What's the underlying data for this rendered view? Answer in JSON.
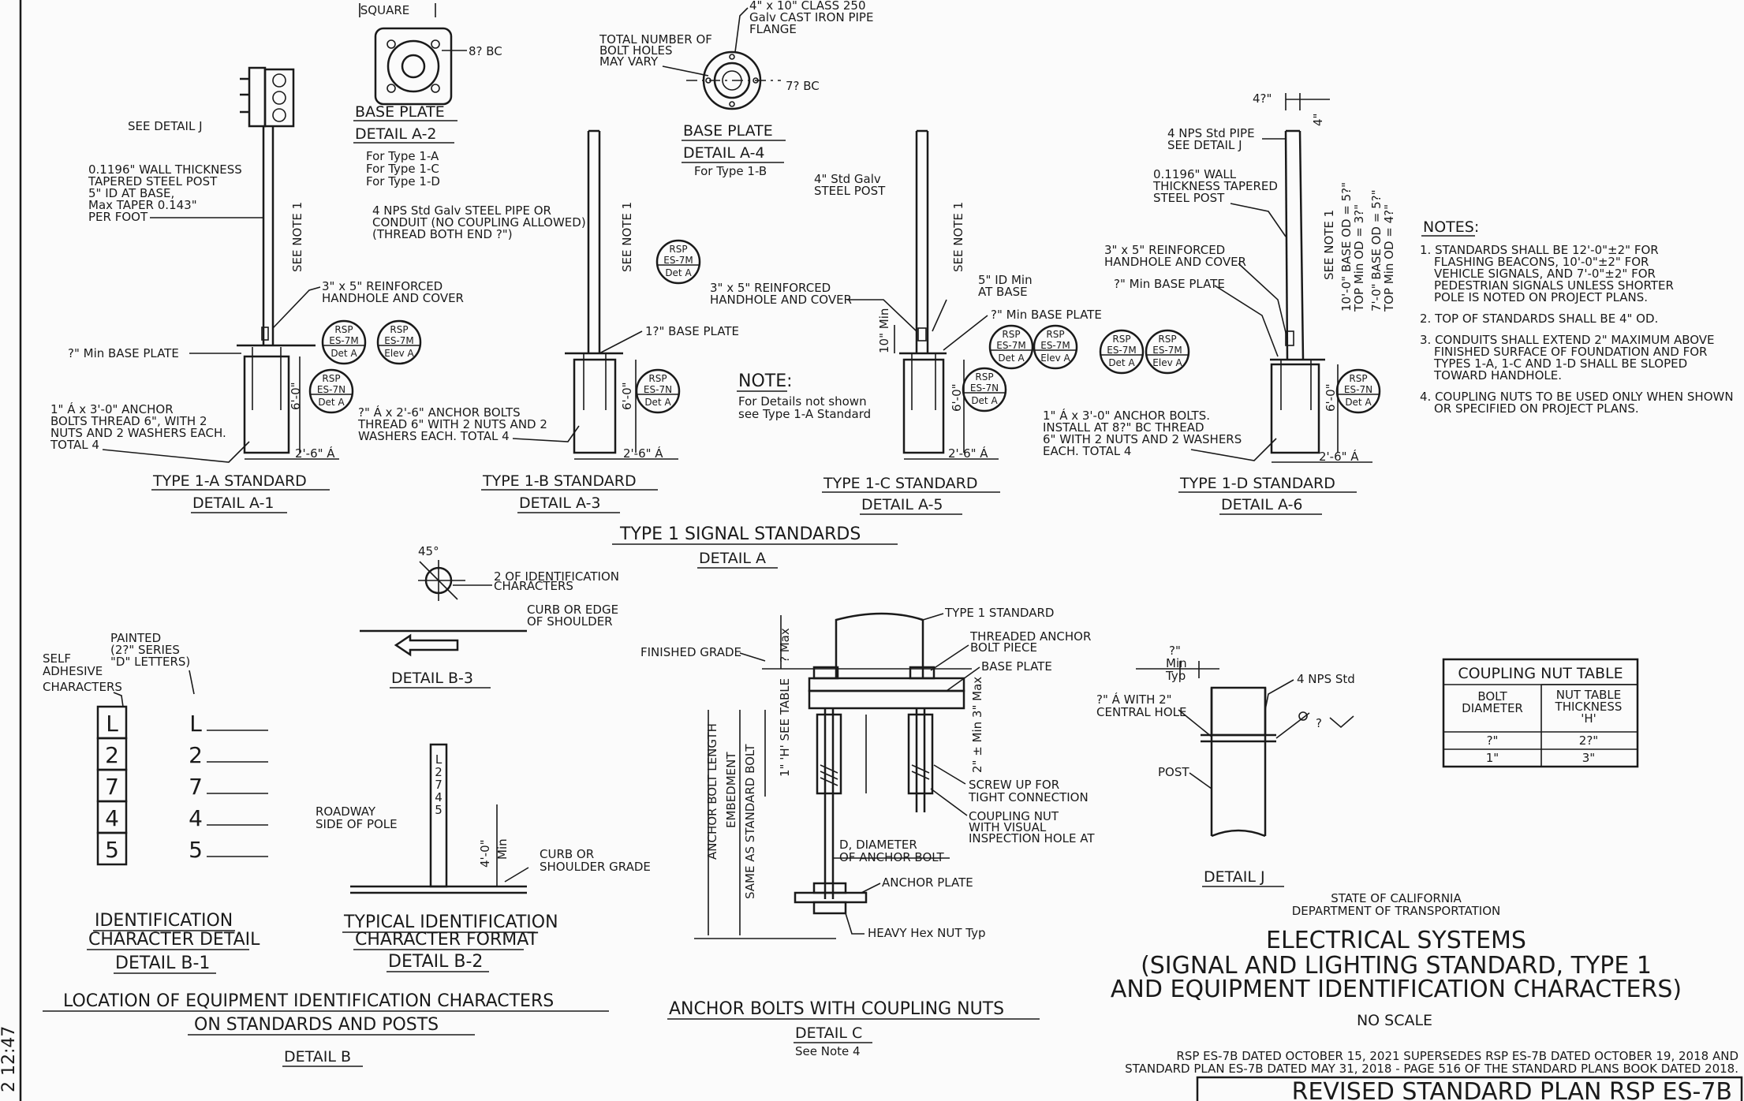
{
  "margin_text": "2 12:47",
  "type1a": {
    "square_label": "SQUARE",
    "bc_note": "8? BC",
    "base_plate_title": "BASE PLATE",
    "detail_title": "DETAIL A-2",
    "for_lines": [
      "For Type 1-A",
      "For Type 1-C",
      "For Type 1-D"
    ],
    "see_detail_j": "SEE DETAIL J",
    "post_note": [
      "0.1196\" WALL THICKNESS",
      "TAPERED STEEL POST",
      "5\" ID AT BASE,",
      "Max TAPER 0.143\"",
      "PER FOOT"
    ],
    "pipe_note": [
      "4 NPS Std Galv STEEL PIPE OR",
      "CONDUIT (NO COUPLING ALLOWED)",
      "(THREAD BOTH END ?\")"
    ],
    "see_note": "SEE NOTE 1",
    "handhole": [
      "3\" x 5\" REINFORCED",
      "HANDHOLE AND COVER"
    ],
    "min_base_plate": "?\" Min BASE PLATE",
    "anchor_note": [
      "1\" Á x 3'-0\" ANCHOR",
      "BOLTS THREAD 6\", WITH 2",
      "NUTS AND 2 WASHERS EACH.",
      "TOTAL 4"
    ],
    "depth": "6'-0\"",
    "width": "2'-6\" Á",
    "title": "TYPE 1-A STANDARD",
    "detail": "DETAIL A-1"
  },
  "type1b": {
    "flange_note": [
      "4\" x 10\" CLASS 250",
      "Galv CAST IRON PIPE",
      "FLANGE"
    ],
    "holes_note": [
      "TOTAL NUMBER OF",
      "BOLT HOLES",
      "MAY VARY"
    ],
    "bc_note": "7? BC",
    "base_plate_title": "BASE PLATE",
    "detail_title": "DETAIL A-4",
    "for_line": "For Type 1-B",
    "post_note": [
      "4\" Std Galv",
      "STEEL POST"
    ],
    "see_note": "SEE NOTE 1",
    "base_plate": "1?\" BASE PLATE",
    "anchor_note": [
      "?\" Á x 2'-6\" ANCHOR BOLTS",
      "THREAD 6\" WITH 2 NUTS AND 2",
      "WASHERS EACH. TOTAL 4"
    ],
    "depth": "6'-0\"",
    "width": "2'-6\" Á",
    "title": "TYPE 1-B STANDARD",
    "detail": "DETAIL A-3"
  },
  "note_box": {
    "title": "NOTE:",
    "lines": [
      "For Details not shown",
      "see Type 1-A Standard"
    ]
  },
  "type1c": {
    "handhole": [
      "3\" x 5\" REINFORCED",
      "HANDHOLE AND COVER"
    ],
    "id_min": [
      "5\" ID Min",
      "AT BASE"
    ],
    "min_base_plate": "?\" Min BASE PLATE",
    "ten_min": "10\" Min",
    "see_note": "SEE NOTE 1",
    "depth": "6'-0\"",
    "width": "2'-6\" Á",
    "title": "TYPE 1-C STANDARD",
    "detail": "DETAIL A-5"
  },
  "type1d": {
    "top_dim": "4?\"",
    "side_dim": "4\"",
    "pipe_note": [
      "4 NPS Std PIPE",
      "SEE DETAIL J"
    ],
    "wall_note": [
      "0.1196\" WALL",
      "THICKNESS TAPERED",
      "STEEL POST"
    ],
    "handhole": [
      "3\" x 5\" REINFORCED",
      "HANDHOLE AND COVER"
    ],
    "min_base_plate": "?\" Min BASE PLATE",
    "see_note": "SEE NOTE 1",
    "od_a": [
      "10'-0\" BASE OD = 5?\"",
      "TOP Min OD = 3?\""
    ],
    "od_b": [
      "7'-0\" BASE OD = 5?\"",
      "TOP Min OD = 4?\""
    ],
    "anchor_note": [
      "1\" Á x 3'-0\" ANCHOR BOLTS.",
      "INSTALL AT 8?\" BC THREAD",
      "6\" WITH 2 NUTS AND 2 WASHERS",
      "EACH. TOTAL 4"
    ],
    "depth": "6'-0\"",
    "width": "2'-6\" Á",
    "title": "TYPE 1-D STANDARD",
    "detail": "DETAIL A-6"
  },
  "callouts": {
    "rsp": "RSP",
    "es7m": "ES-7M",
    "es7n": "ES-7N",
    "det_a": "Det A",
    "elev_a": "Elev A"
  },
  "notes": {
    "title": "NOTES:",
    "items": [
      [
        "1. STANDARDS SHALL BE 12'-0\"±2\" FOR",
        "FLASHING BEACONS, 10'-0\"±2\" FOR",
        "VEHICLE SIGNALS, AND 7'-0\"±2\" FOR",
        "PEDESTRIAN SIGNALS UNLESS SHORTER",
        "POLE IS NOTED ON PROJECT PLANS."
      ],
      [
        "2. TOP OF STANDARDS SHALL BE 4\" OD."
      ],
      [
        "3. CONDUITS SHALL EXTEND 2\" MAXIMUM ABOVE",
        "FINISHED SURFACE OF FOUNDATION AND FOR",
        "TYPES 1-A, 1-C AND 1-D SHALL BE SLOPED",
        "TOWARD HANDHOLE."
      ],
      [
        "4. COUPLING NUTS TO BE USED ONLY WHEN SHOWN",
        "OR SPECIFIED ON PROJECT PLANS."
      ]
    ]
  },
  "detail_a_title": "TYPE 1 SIGNAL STANDARDS",
  "detail_a_sub": "DETAIL A",
  "detail_b3": {
    "angle": "45°",
    "ident": [
      "2 OF IDENTIFICATION",
      "CHARACTERS"
    ],
    "curb": [
      "CURB OR EDGE",
      "OF SHOULDER"
    ],
    "title": "DETAIL B-3"
  },
  "detail_b1": {
    "painted": [
      "PAINTED",
      "(2?\" SERIES",
      "\"D\" LETTERS)"
    ],
    "self_adhesive": [
      "SELF",
      "ADHESIVE",
      "CHARACTERS"
    ],
    "chars": [
      "L",
      "2",
      "7",
      "4",
      "5"
    ],
    "title1": "IDENTIFICATION",
    "title2": "CHARACTER DETAIL",
    "detail": "DETAIL B-1"
  },
  "detail_b2": {
    "roadway": [
      "ROADWAY",
      "SIDE OF POLE"
    ],
    "dim": "4'-0\"",
    "dim_min": "Min",
    "curb": [
      "CURB OR",
      "SHOULDER GRADE"
    ],
    "title1": "TYPICAL IDENTIFICATION",
    "title2": "CHARACTER FORMAT",
    "detail": "DETAIL B-2"
  },
  "detail_b_title": [
    "LOCATION OF EQUIPMENT IDENTIFICATION CHARACTERS",
    "ON STANDARDS AND POSTS"
  ],
  "detail_b": "DETAIL B",
  "detail_c": {
    "type1": "TYPE 1 STANDARD",
    "threaded": [
      "THREADED ANCHOR",
      "BOLT PIECE"
    ],
    "base_plate": "BASE PLATE",
    "finished_grade": "FINISHED GRADE",
    "max": "? Max",
    "anchor_len": "ANCHOR BOLT LENGTH",
    "embed": "EMBEDMENT",
    "same_as": "SAME AS STANDARD BOLT",
    "h_table": "1\" 'H' SEE TABLE",
    "min_max": "2\" ± Min 3\" Max",
    "screw": [
      "SCREW UP FOR",
      "TIGHT CONNECTION"
    ],
    "coupling": [
      "COUPLING NUT",
      "WITH VISUAL",
      "INSPECTION HOLE AT"
    ],
    "d_diam": [
      "D, DIAMETER",
      "OF ANCHOR BOLT"
    ],
    "anchor_plate": "ANCHOR PLATE",
    "heavy_nut": "HEAVY Hex NUT Typ",
    "title": "ANCHOR BOLTS WITH COUPLING NUTS",
    "detail": "DETAIL C",
    "see_note": "See Note 4"
  },
  "detail_j": {
    "min_typ": [
      "?\"",
      "Min",
      "Typ"
    ],
    "nps": "4 NPS Std",
    "with_hole": [
      "?\" Á WITH 2\"",
      "CENTRAL HOLE"
    ],
    "post": "POST",
    "q": "?",
    "title": "DETAIL J"
  },
  "coupling_table": {
    "title": "COUPLING NUT TABLE",
    "col1": [
      "BOLT",
      "DIAMETER"
    ],
    "col2": [
      "NUT TABLE",
      "THICKNESS",
      "'H'"
    ],
    "rows": [
      [
        "?\"",
        "2?\""
      ],
      [
        "1\"",
        "3\""
      ]
    ]
  },
  "title_block": {
    "state": "STATE OF CALIFORNIA",
    "dept": "DEPARTMENT OF TRANSPORTATION",
    "line1": "ELECTRICAL SYSTEMS",
    "line2": "(SIGNAL AND LIGHTING STANDARD, TYPE 1",
    "line3": "AND EQUIPMENT IDENTIFICATION CHARACTERS)",
    "scale": "NO SCALE",
    "revision1": "RSP ES-7B DATED OCTOBER 15, 2021 SUPERSEDES RSP ES-7B DATED OCTOBER 19, 2018 AND",
    "revision2": "STANDARD PLAN ES-7B DATED MAY 31, 2018 - PAGE 516 OF THE STANDARD PLANS BOOK DATED 2018.",
    "sheet": "REVISED STANDARD PLAN RSP ES-7B"
  }
}
